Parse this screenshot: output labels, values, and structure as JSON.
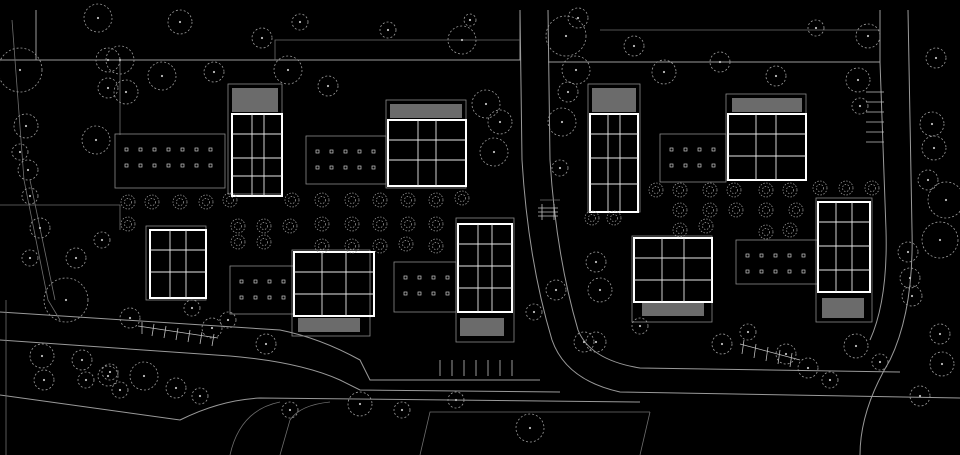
{
  "plan": {
    "kind": "site-plan",
    "background": "#000000",
    "line_color": "#ffffff",
    "shade_color": "#6b6b6b",
    "building_count": 10,
    "wing_count": 2
  }
}
